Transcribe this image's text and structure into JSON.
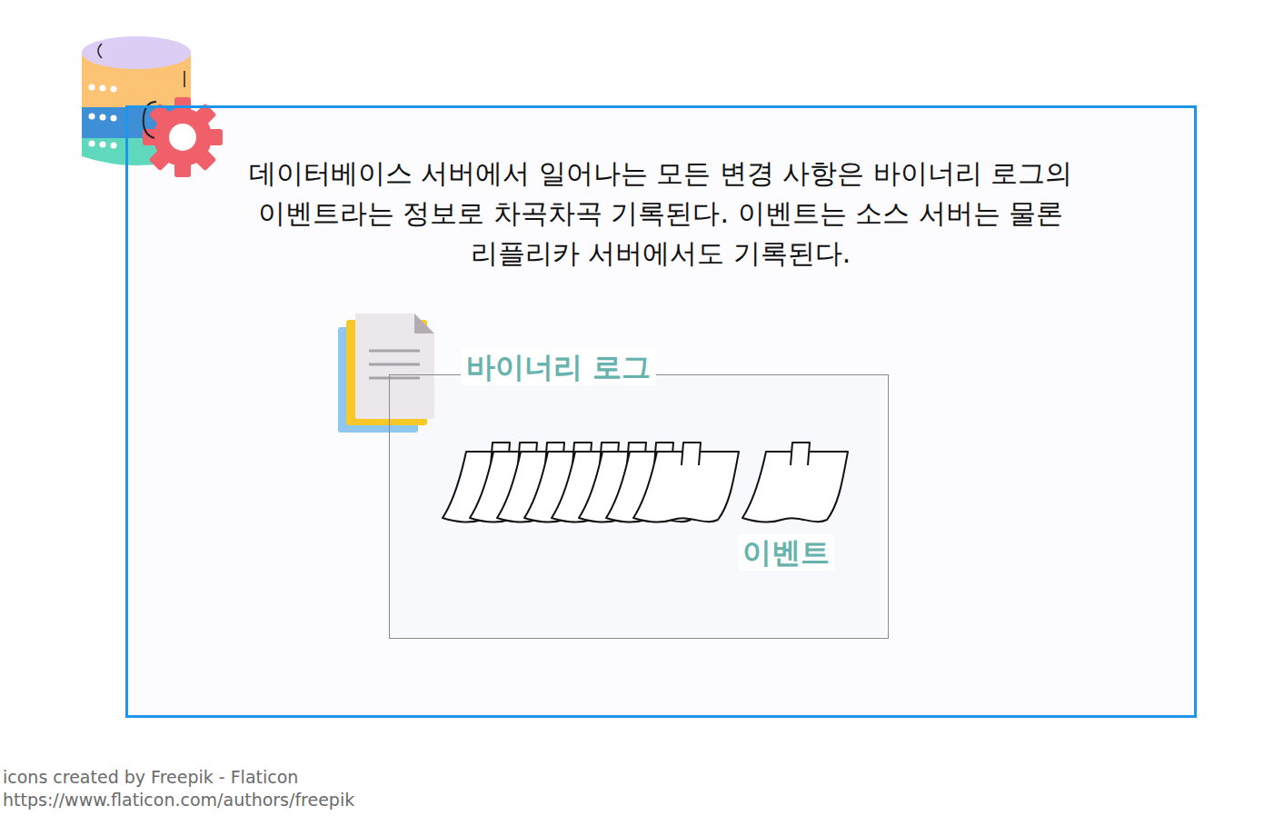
{
  "diagram": {
    "nodes": [
      {
        "text": [
          "데이터베이스 서버에서 일어나는 모든 변경 사항은 바이너리 로그의 이벤트라는 정보로 차곡차곡 기록된다. 이벤트는 소스 서버는 물론 리플리카 서버에서도 기록된다."
        ]
      },
      {
        "text": [
          "바이너리 로그"
        ],
        "in": 0
      }
    ],
    "labels": [
      "이벤트",
      "icons created by Freepik - Flaticon",
      "https://www.flaticon.com/authors/freepik"
    ]
  }
}
